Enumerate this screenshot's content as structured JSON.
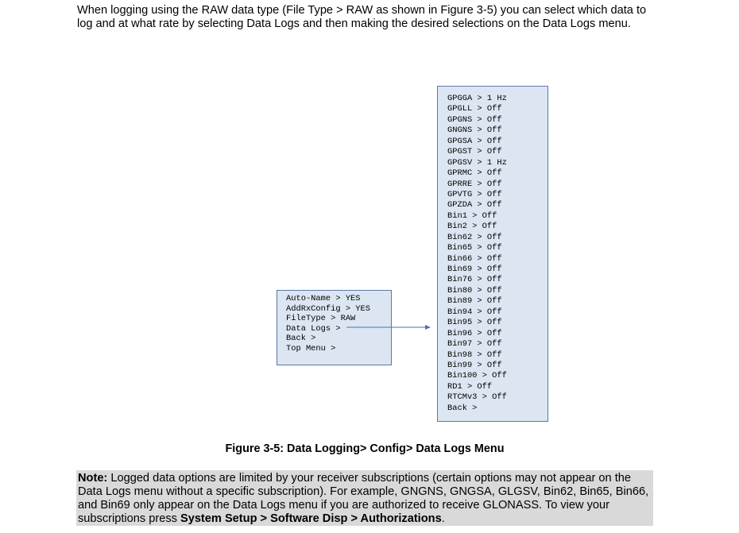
{
  "intro_text": "When logging using the RAW data type (File Type > RAW as shown in Figure 3-5) you can select which data to log and at what rate by selecting Data Logs and then making the desired selections on the Data Logs menu.",
  "left_menu": [
    "Auto-Name > YES",
    "AddRxConfig > YES",
    "FileType > RAW",
    "Data Logs >",
    "Back >",
    "Top Menu >"
  ],
  "right_menu": [
    "GPGGA > 1 Hz",
    "GPGLL > Off",
    "GPGNS > Off",
    "GNGNS > Off",
    "GPGSA > Off",
    "GPGST > Off",
    "GPGSV > 1 Hz",
    "GPRMC > Off",
    "GPRRE > Off",
    "GPVTG > Off",
    "GPZDA > Off",
    "Bin1 > Off",
    "Bin2 > Off",
    "Bin62 > Off",
    "Bin65 > Off",
    "Bin66 > Off",
    "Bin69 > Off",
    "Bin76 > Off",
    "Bin80 > Off",
    "Bin89 > Off",
    "Bin94 > Off",
    "Bin95 > Off",
    "Bin96 > Off",
    "Bin97 > Off",
    "Bin98 > Off",
    "Bin99 > Off",
    "Bin100 > Off",
    "RD1 > Off",
    "RTCMv3 > Off",
    "Back >"
  ],
  "caption": "Figure 3-5: Data Logging> Config> Data Logs Menu",
  "note": {
    "label": "Note:",
    "text_1": " Logged data options are limited by your receiver subscriptions (certain options may not appear on the Data Logs menu without a specific subscription). For example, GNGNS, GNGSA, GLGSV, Bin62, Bin65, Bin66, and Bin69 only appear on the Data Logs menu if you are authorized to receive GLONASS. To view your subscriptions press ",
    "path_1": "System Setup",
    "sep_1": " > ",
    "path_2": "Software Disp",
    "sep_2": " > ",
    "path_3": "Authorizations",
    "end": "."
  },
  "colors": {
    "menu_fill": "#dce6f2",
    "menu_border": "#5a78a8",
    "arrow": "#4a6fb5",
    "note_fill": "#d9d9d9"
  }
}
